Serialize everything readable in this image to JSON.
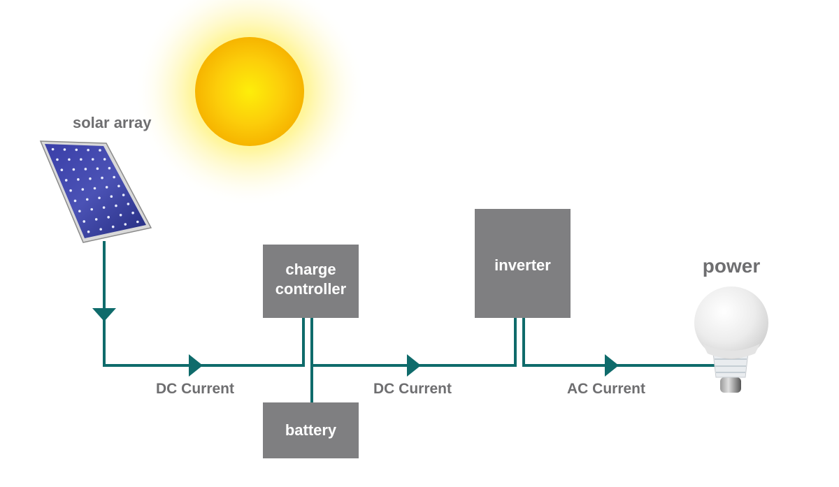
{
  "title": "Solar power system diagram",
  "labels": {
    "solar_array": "solar array",
    "power": "power"
  },
  "components": {
    "charge_controller": [
      "charge",
      "controller"
    ],
    "battery": "battery",
    "inverter": "inverter"
  },
  "currents": {
    "panel_to_controller": "DC Current",
    "controller_to_inverter": "DC Current",
    "inverter_to_load": "AC Current"
  },
  "colors": {
    "wire": "#0f6b6b",
    "box": "#7f7f81",
    "label_text": "#6e6e70",
    "box_text": "#ffffff",
    "sun_core": "#fde60a",
    "sun_edge": "#f5b800",
    "panel": "#2b3590"
  }
}
